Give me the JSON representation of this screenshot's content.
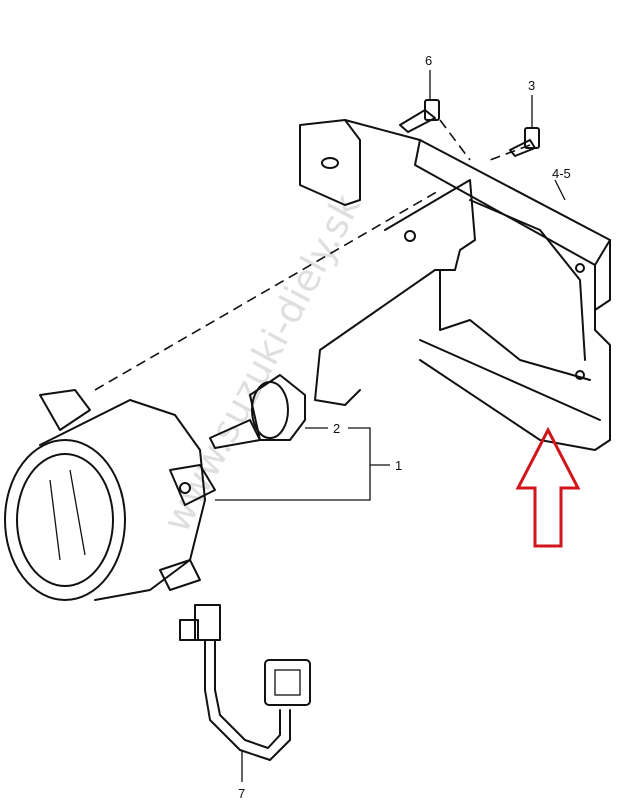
{
  "labels": {
    "p6": "6",
    "p3": "3",
    "p45": "4-5",
    "p2": "2",
    "p1": "1",
    "p7": "7"
  },
  "watermark": "www.suzuki-diely.sk",
  "colors": {
    "arrow": "#d0161b",
    "line": "#111111"
  }
}
